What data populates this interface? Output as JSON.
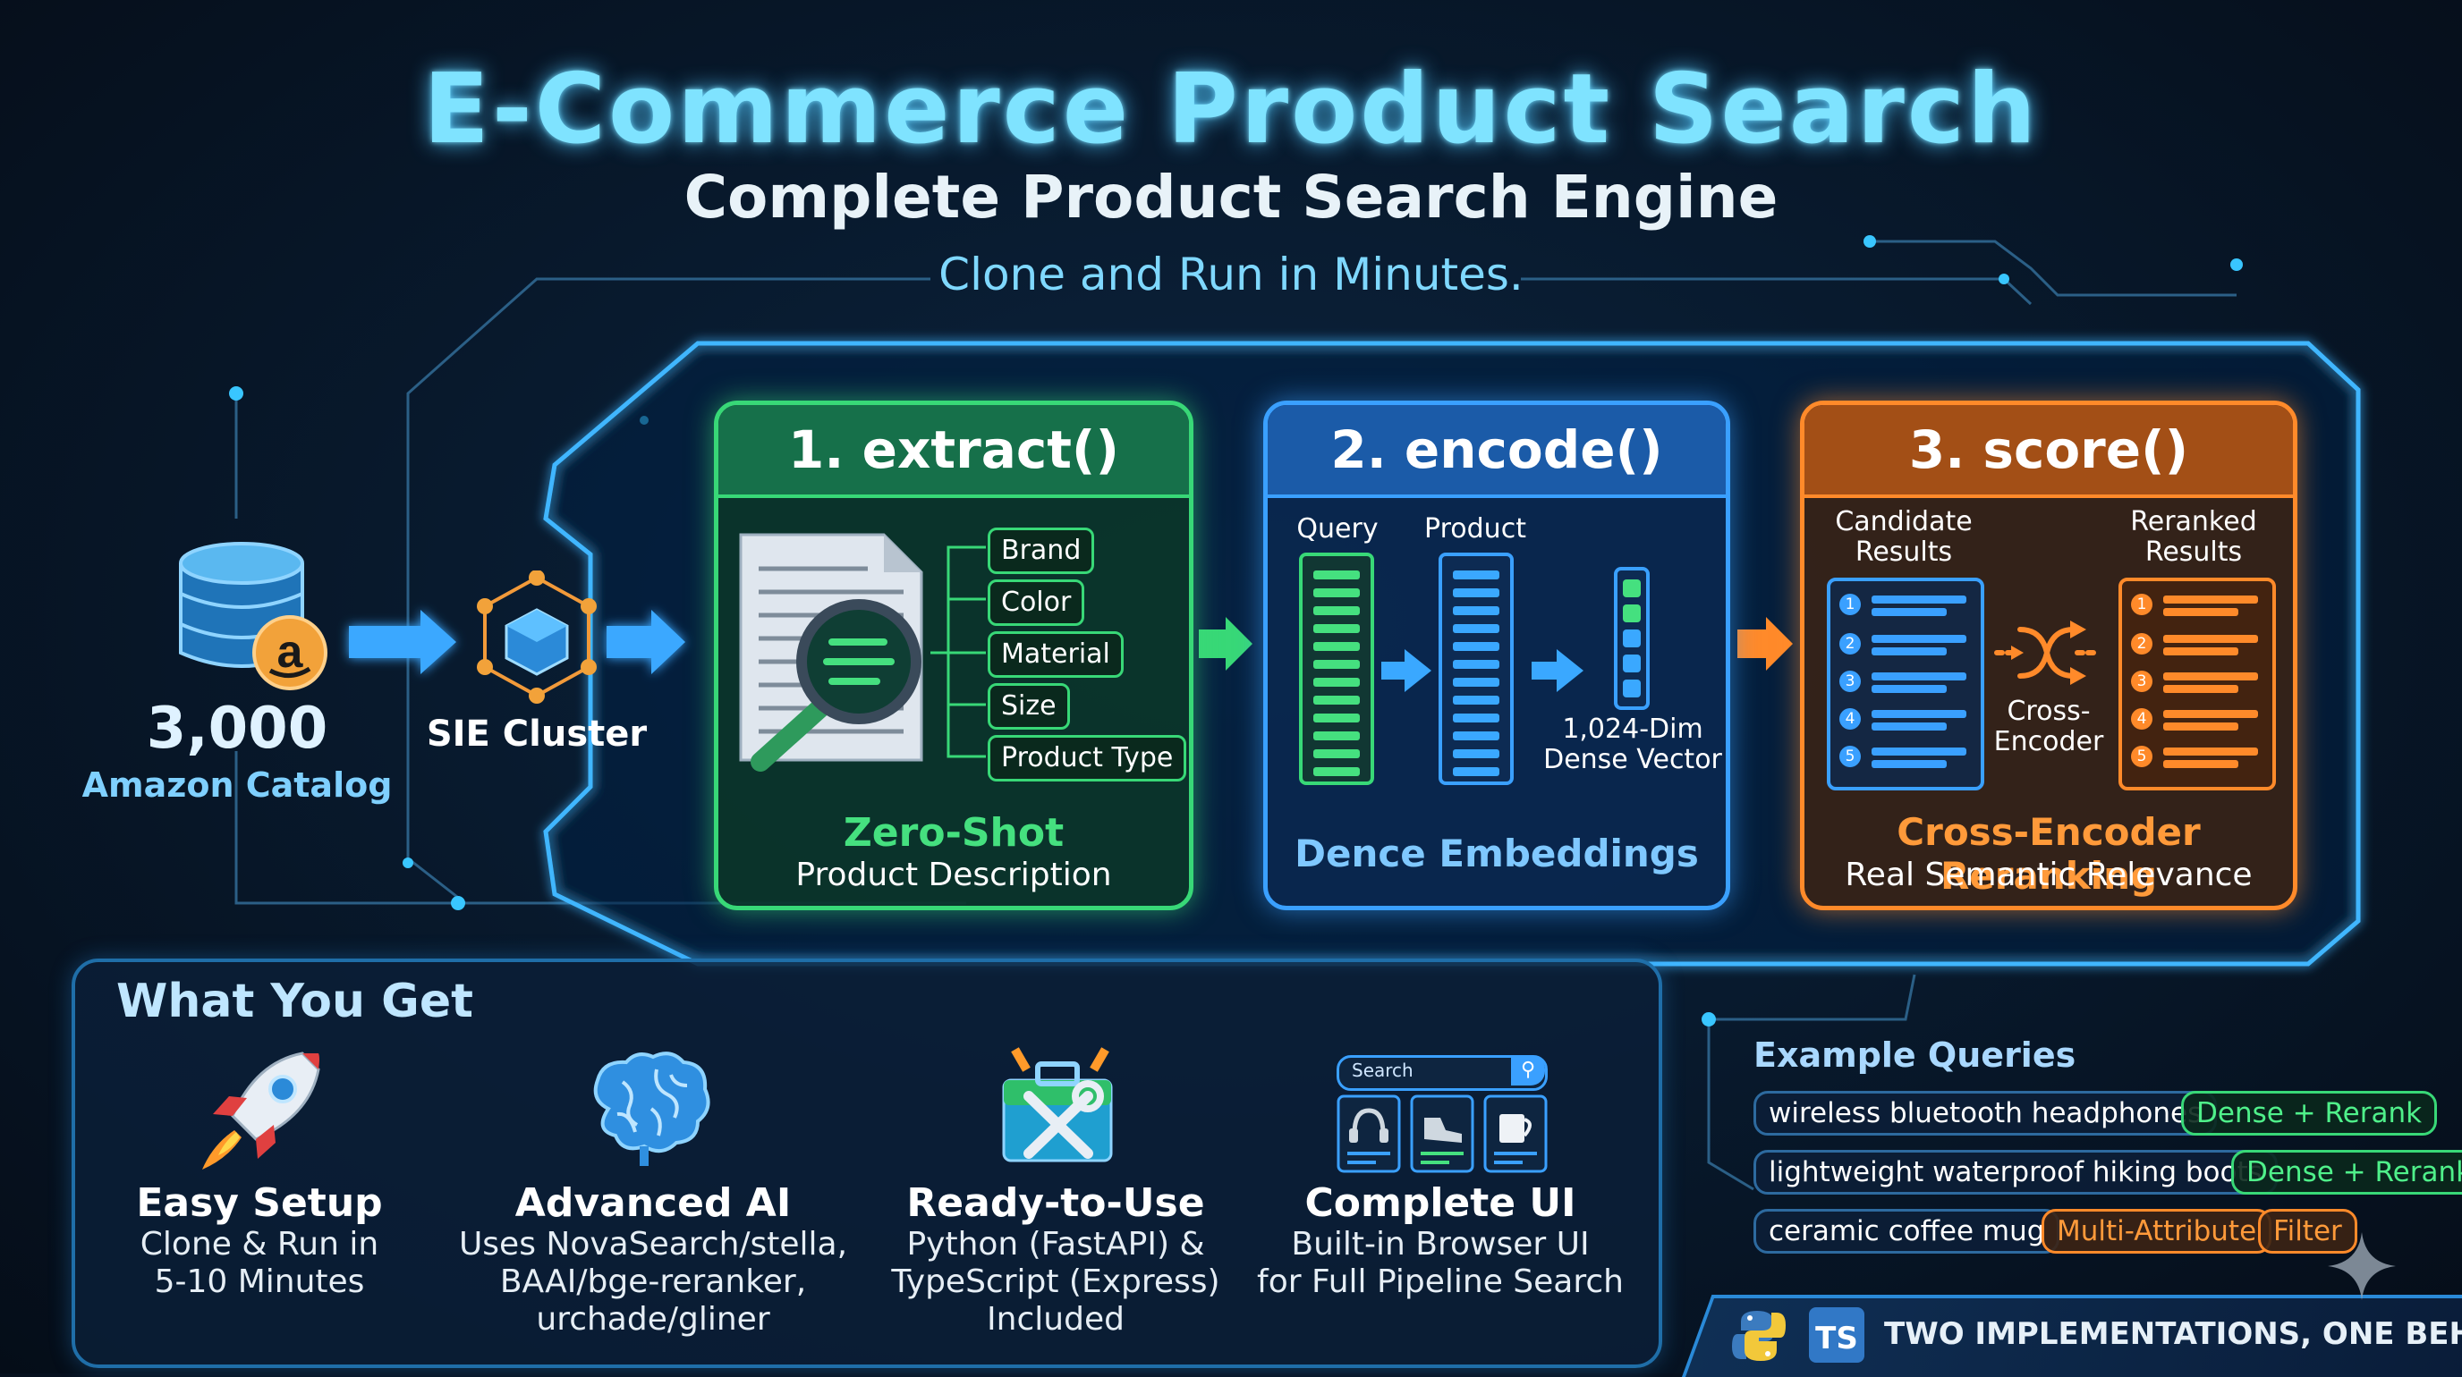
{
  "header": {
    "title": "E-Commerce Product Search",
    "subtitle": "Complete Product Search Engine",
    "tagline": "Clone and Run in Minutes."
  },
  "source": {
    "count": "3,000",
    "label": "Amazon Catalog",
    "cluster_label": "SIE Cluster"
  },
  "steps": {
    "extract": {
      "title": "1. extract()",
      "attributes": [
        "Brand",
        "Color",
        "Material",
        "Size",
        "Product Type"
      ],
      "caption_title": "Zero-Shot",
      "caption_sub": "Product Description"
    },
    "encode": {
      "title": "2. encode()",
      "query_label": "Query",
      "product_label": "Product",
      "vector_label_1": "1,024-Dim",
      "vector_label_2": "Dense Vector",
      "caption_title": "Dence Embeddings"
    },
    "score": {
      "title": "3. score()",
      "candidate_label_1": "Candidate",
      "candidate_label_2": "Results",
      "reranked_label_1": "Reranked",
      "reranked_label_2": "Results",
      "cross_label_1": "Cross-",
      "cross_label_2": "Encoder",
      "ranks": [
        "1",
        "2",
        "3",
        "4",
        "5"
      ],
      "caption_title": "Cross-Encoder Reranking",
      "caption_sub": "Real Semantic Relevance"
    }
  },
  "what_you_get": {
    "title": "What You Get",
    "features": [
      {
        "title": "Easy Setup",
        "line1": "Clone & Run in",
        "line2": "5-10 Minutes",
        "line3": "",
        "icon": "rocket-icon"
      },
      {
        "title": "Advanced AI",
        "line1": "Uses NovaSearch/stella,",
        "line2": "BAAI/bge-reranker,",
        "line3": "urchade/gliner",
        "icon": "brain-icon"
      },
      {
        "title": "Ready-to-Use",
        "line1": "Python (FastAPI) &",
        "line2": "TypeScript (Express)",
        "line3": "Included",
        "icon": "toolbox-icon"
      },
      {
        "title": "Complete UI",
        "line1": "Built-in Browser UI",
        "line2": "for Full Pipeline Search",
        "line3": "",
        "icon": "browser-ui-icon"
      }
    ],
    "mini_ui_search": "Search"
  },
  "example_queries": {
    "title": "Example Queries",
    "queries": [
      {
        "text": "wireless bluetooth headphones",
        "tags": [
          "Dense + Rerank"
        ]
      },
      {
        "text": "lightweight waterproof hiking boots",
        "tags": [
          "Dense + Rerank"
        ]
      },
      {
        "text": "ceramic coffee mug",
        "tags": [
          "Multi-Attribute",
          "Filter"
        ]
      }
    ]
  },
  "footer": {
    "ts_badge": "TS",
    "text": "TWO IMPLEMENTATIONS, ONE BEHAVIOR"
  },
  "colors": {
    "green": "#38d877",
    "blue": "#3aa0ff",
    "orange": "#ff8a2a",
    "title_glow": "#7fe3ff"
  }
}
